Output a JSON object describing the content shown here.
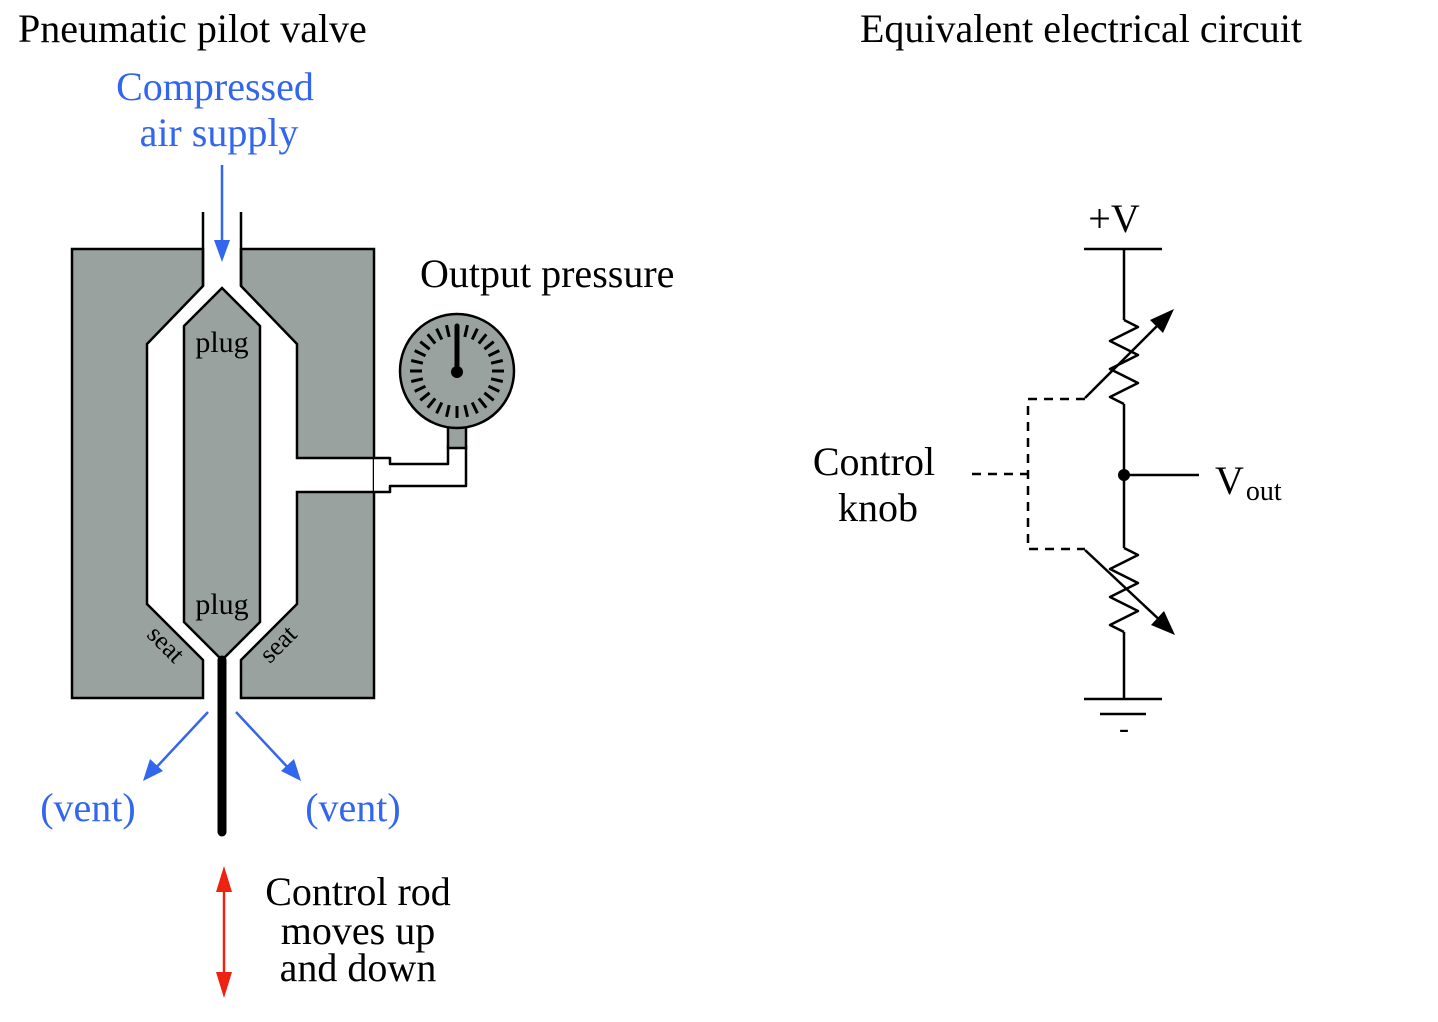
{
  "left_panel": {
    "title": "Pneumatic pilot valve",
    "supply_label": [
      "Compressed",
      "air supply"
    ],
    "output_label": "Output pressure",
    "plug_upper": "plug",
    "plug_lower": "plug",
    "seat_left": "seat",
    "seat_right": "seat",
    "vent_left": "(vent)",
    "vent_right": "(vent)",
    "rod_label": [
      "Control rod",
      "moves up",
      "and down"
    ]
  },
  "right_panel": {
    "title": "Equivalent electrical circuit",
    "supply_voltage": "+V",
    "knob_label": [
      "Control",
      "knob"
    ],
    "vout_main": "V",
    "vout_sub": "out",
    "ground_mark": "-"
  },
  "colors": {
    "body_gray": "#9aa29f",
    "air_blue": "#3366ee",
    "rod_red": "#ee2211",
    "line_black": "#000000"
  }
}
